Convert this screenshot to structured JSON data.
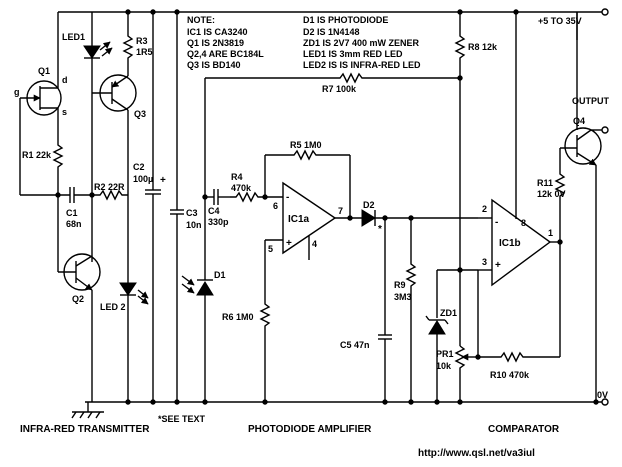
{
  "notes": {
    "heading": "NOTE:",
    "left": [
      "IC1 IS CA3240",
      "Q1 IS 2N3819",
      "Q2,4 ARE BC184L",
      "Q3 IS BD140"
    ],
    "right": [
      "D1 IS PHOTODIODE",
      "D2 IS 1N4148",
      "ZD1 IS 2V7 400 mW ZENER",
      "LED1 IS 3mm RED LED",
      "LED2 IS IS INFRA-RED LED"
    ]
  },
  "supply": {
    "positive": "+5 TO 35V",
    "ground": "0V"
  },
  "output_label": "OUTPUT",
  "sections": {
    "transmitter": "INFRA-RED TRANSMITTER",
    "see_text": "*SEE TEXT",
    "amplifier": "PHOTODIODE AMPLIFIER",
    "comparator": "COMPARATOR"
  },
  "footer_url": "http://www.qsl.net/va3iul",
  "components": {
    "q1": "Q1",
    "q1_gate": "g",
    "q1_drain": "d",
    "q1_source": "s",
    "q2": "Q2",
    "q3": "Q3",
    "q4": "Q4",
    "led1": "LED1",
    "led2": "LED 2",
    "r1": "R1 22k",
    "r2": "R2 22R",
    "r3_name": "R3",
    "r3_value": "1R5",
    "c1_name": "C1",
    "c1_value": "68n",
    "c2_name": "C2",
    "c2_value": "100µ",
    "c3_name": "C3",
    "c3_value": "10n",
    "c4_name": "C4",
    "c4_value": "330p",
    "r4_name": "R4",
    "r4_value": "470k",
    "r5": "R5 1M0",
    "r6": "R6 1M0",
    "r7": "R7 100k",
    "r8": "R8 12k",
    "r9_name": "R9",
    "r9_value": "3M3",
    "c5": "C5 47n",
    "d1": "D1",
    "d2": "D2",
    "zd1": "ZD1",
    "pr1_name": "PR1",
    "pr1_value": "10k",
    "r10": "R10 470k",
    "r11_name": "R11",
    "r11_value": "12k 0V",
    "ic1a": "IC1a",
    "ic1b": "IC1b",
    "pin_ic1a_in_neg": "6",
    "pin_ic1a_in_pos": "5",
    "pin_ic1a_out": "7",
    "pin_ic1a_supply": "4",
    "pin_ic1b_in_neg": "2",
    "pin_ic1b_in_pos": "3",
    "pin_ic1b_out": "1",
    "pin_ic1b_supply": "8",
    "plus": "+",
    "minus": "-",
    "star": "*"
  }
}
